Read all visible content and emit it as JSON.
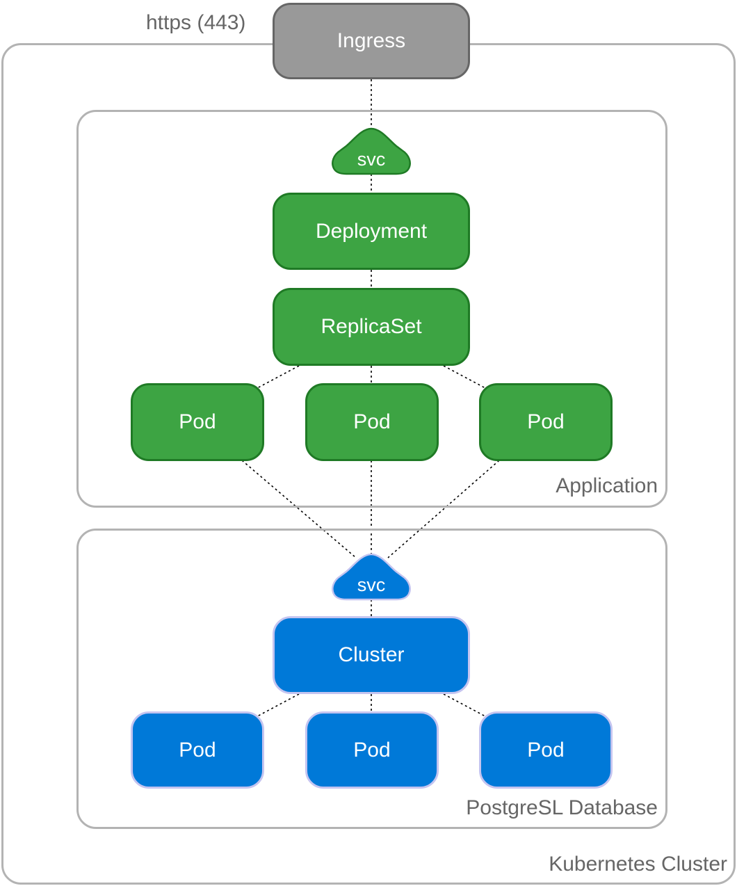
{
  "cluster": {
    "label": "Kubernetes Cluster"
  },
  "ingress": {
    "label": "Ingress",
    "port_label": "https (443)",
    "color": "#999999"
  },
  "application": {
    "label": "Application",
    "svc_label": "svc",
    "deployment_label": "Deployment",
    "replicaset_label": "ReplicaSet",
    "pods": [
      "Pod",
      "Pod",
      "Pod"
    ],
    "color": "#3da443"
  },
  "database": {
    "label": "PostgreSL Database",
    "svc_label": "svc",
    "cluster_label": "Cluster",
    "pods": [
      "Pod",
      "Pod",
      "Pod"
    ],
    "color": "#0079d8"
  }
}
